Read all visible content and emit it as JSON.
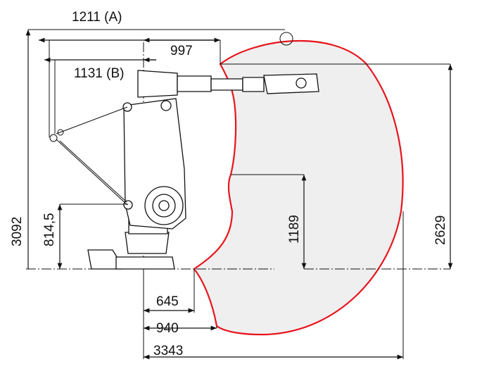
{
  "title": "Robot working range",
  "colors": {
    "range_outline": "#e8141c",
    "range_fill": "#efefef",
    "lines": "#111111"
  },
  "dimensions": {
    "a": "1211 (A)",
    "b": "1131 (B)",
    "arm_reach": "997",
    "total_height": "3092",
    "axis2_height": "814,5",
    "inner_height": "1189",
    "outer_height": "2629",
    "min_reach": "645",
    "lower_reach": "940",
    "max_reach": "3343"
  }
}
